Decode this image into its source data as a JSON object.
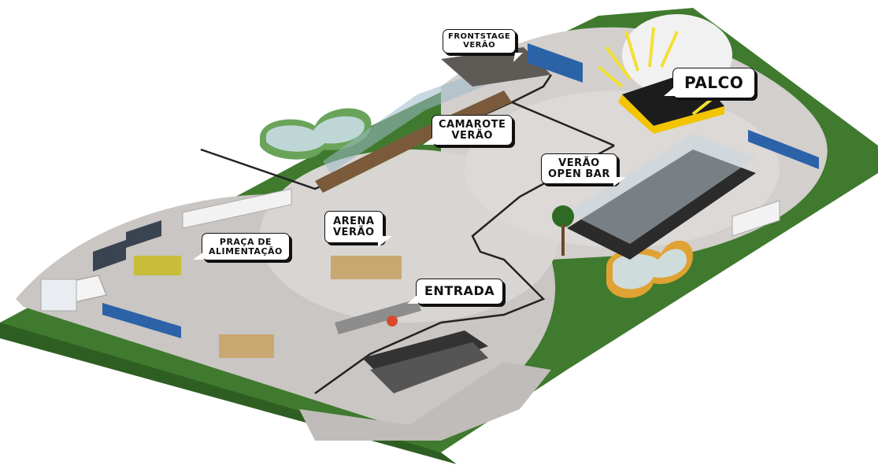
{
  "labels": {
    "frontstage": "FRONTSTAGE\nVERÃO",
    "palco": "PALCO",
    "camarote": "CAMAROTE\nVERÃO",
    "openbar": "VERÃO\nOPEN BAR",
    "arena": "ARENA\nVERÃO",
    "praca": "PRAÇA DE\nALIMENTAÇÃO",
    "entrada": "ENTRADA"
  },
  "colors": {
    "grass": "#3f7a2e",
    "grass_dark": "#2f5e22",
    "ground": "#c9c6c3",
    "plaza": "#d8d5d2",
    "stage": "#f3c400",
    "fence": "#222222",
    "pool_water": "#5e9b9b",
    "toilet_blue": "#2b62a8"
  },
  "icons": [
    "stage-icon",
    "dome-icon",
    "truck-icon",
    "ambulance-icon",
    "tent-icon",
    "fountain-icon",
    "toilet-icon",
    "bleachers-icon"
  ]
}
